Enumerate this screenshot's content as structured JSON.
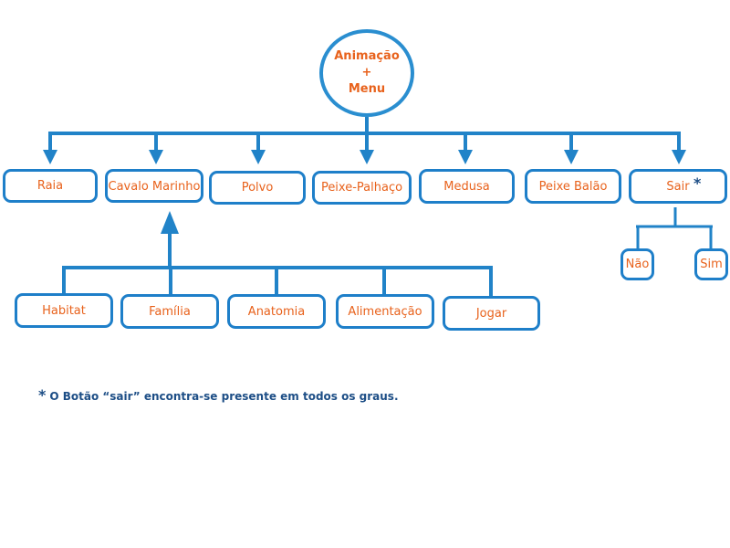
{
  "colors": {
    "line": "#2183c8",
    "box_border": "#1e7fc9",
    "text": "#e8621c",
    "note": "#1d4e86"
  },
  "root": {
    "line1": "Animação",
    "line2": "+",
    "line3": "Menu"
  },
  "level1": [
    "Raia",
    "Cavalo Marinho",
    "Polvo",
    "Peixe-Palhaço",
    "Medusa",
    "Peixe Balão",
    "Sair"
  ],
  "sair_marker": "*",
  "level2": [
    "Habitat",
    "Família",
    "Anatomia",
    "Alimentação",
    "Jogar"
  ],
  "sair_options": [
    "Não",
    "Sim"
  ],
  "footnote": {
    "marker": "*",
    "text": "O Botão “sair” encontra-se presente em todos os graus."
  }
}
